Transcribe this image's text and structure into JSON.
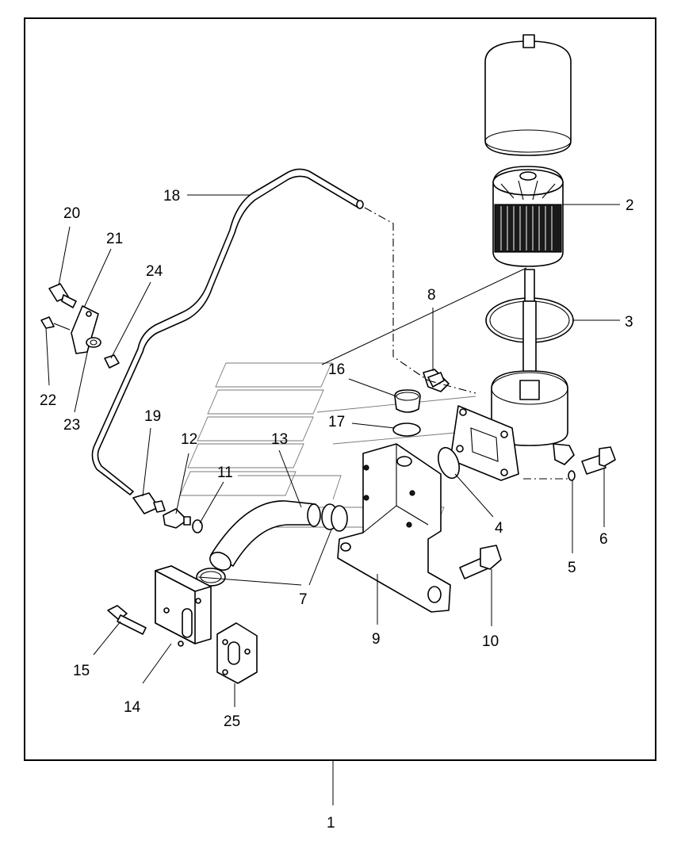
{
  "callouts": [
    {
      "key": "c1",
      "text": "1"
    },
    {
      "key": "c2",
      "text": "2"
    },
    {
      "key": "c3",
      "text": "3"
    },
    {
      "key": "c4",
      "text": "4"
    },
    {
      "key": "c5",
      "text": "5"
    },
    {
      "key": "c6",
      "text": "6"
    },
    {
      "key": "c7",
      "text": "7"
    },
    {
      "key": "c8",
      "text": "8"
    },
    {
      "key": "c9",
      "text": "9"
    },
    {
      "key": "c10",
      "text": "10"
    },
    {
      "key": "c11",
      "text": "11"
    },
    {
      "key": "c12",
      "text": "12"
    },
    {
      "key": "c13",
      "text": "13"
    },
    {
      "key": "c14",
      "text": "14"
    },
    {
      "key": "c15",
      "text": "15"
    },
    {
      "key": "c16",
      "text": "16"
    },
    {
      "key": "c17",
      "text": "17"
    },
    {
      "key": "c18",
      "text": "18"
    },
    {
      "key": "c19",
      "text": "19"
    },
    {
      "key": "c20",
      "text": "20"
    },
    {
      "key": "c21",
      "text": "21"
    },
    {
      "key": "c22",
      "text": "22"
    },
    {
      "key": "c23",
      "text": "23"
    },
    {
      "key": "c24",
      "text": "24"
    },
    {
      "key": "c25",
      "text": "25"
    }
  ]
}
